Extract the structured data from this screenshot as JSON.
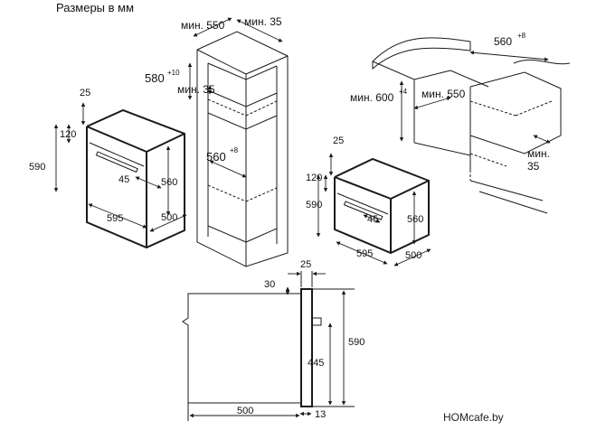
{
  "title": "Размеры в мм",
  "tall_cabinet": {
    "min_depth": "мин. 550",
    "min_back_gap": "мин. 35",
    "niche_height": "580",
    "niche_height_tol": "+10",
    "min_top_gap": "мин. 35",
    "niche_width": "560",
    "niche_width_tol": "+8"
  },
  "oven_left": {
    "top_offset": "25",
    "front_height": "120",
    "total_height": "590",
    "door_offset": "45",
    "body_height": "560",
    "width": "595",
    "depth": "500"
  },
  "under_counter": {
    "niche_width": "560",
    "niche_width_tol": "+8",
    "min_height": "мин. 600",
    "min_height_tol": "+4",
    "min_depth": "мин. 550",
    "min_gap": "мин.",
    "min_gap_value": "35"
  },
  "oven_right": {
    "top_offset": "25",
    "front_height": "120",
    "total_height": "590",
    "door_offset": "45",
    "body_height": "560",
    "width": "595",
    "depth": "500"
  },
  "side_view": {
    "front_thickness": "25",
    "panel_offset": "30",
    "height": "590",
    "handle_height": "445",
    "depth": "500",
    "bottom_offset": "13"
  },
  "watermark": "HOMcafe.by"
}
